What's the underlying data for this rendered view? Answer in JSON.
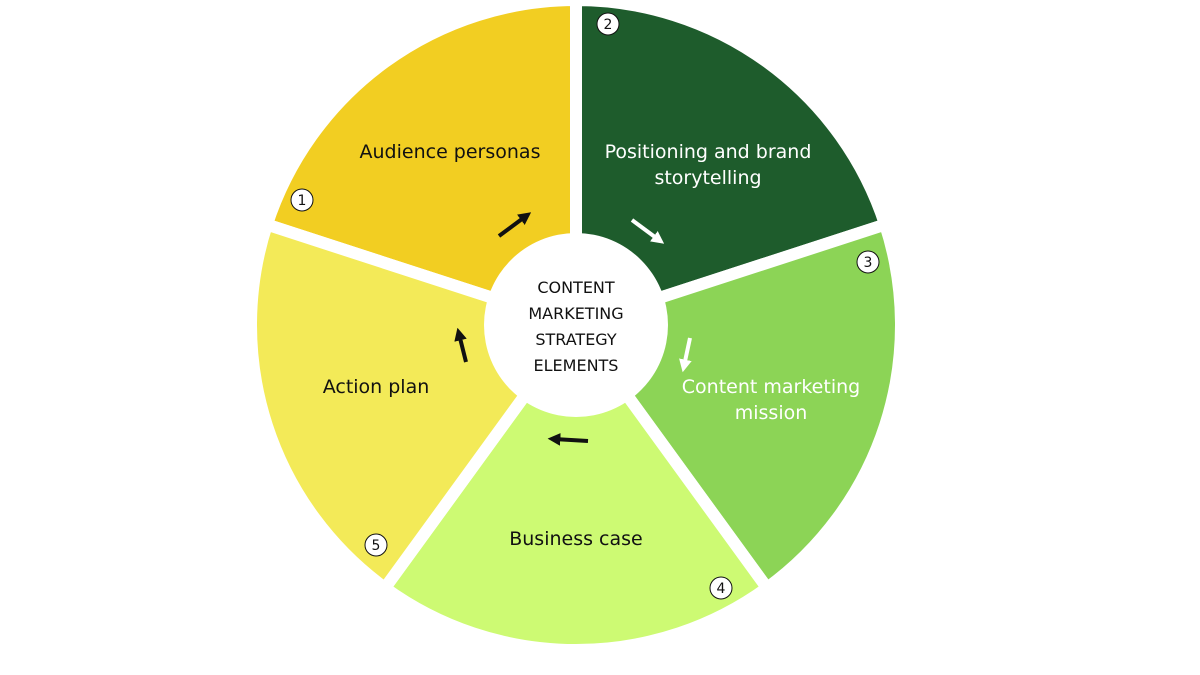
{
  "diagram": {
    "center": {
      "lines": [
        "CONTENT",
        "MARKETING",
        "STRATEGY",
        "ELEMENTS"
      ]
    },
    "segments": [
      {
        "number": "1",
        "lines": [
          "Audience personas"
        ],
        "color": "#F2CE22",
        "text_color": "#111111",
        "arrow_color": "#111111"
      },
      {
        "number": "2",
        "lines": [
          "Positioning and brand",
          "storytelling"
        ],
        "color": "#1E5C2C",
        "text_color": "#FFFFFF",
        "arrow_color": "#FFFFFF"
      },
      {
        "number": "3",
        "lines": [
          "Content marketing",
          "mission"
        ],
        "color": "#8CD456",
        "text_color": "#FFFFFF",
        "arrow_color": "#FFFFFF"
      },
      {
        "number": "4",
        "lines": [
          "Business case"
        ],
        "color": "#CDFA73",
        "text_color": "#111111",
        "arrow_color": "#111111"
      },
      {
        "number": "5",
        "lines": [
          "Action plan"
        ],
        "color": "#F3EA58",
        "text_color": "#111111",
        "arrow_color": "#111111"
      }
    ]
  }
}
